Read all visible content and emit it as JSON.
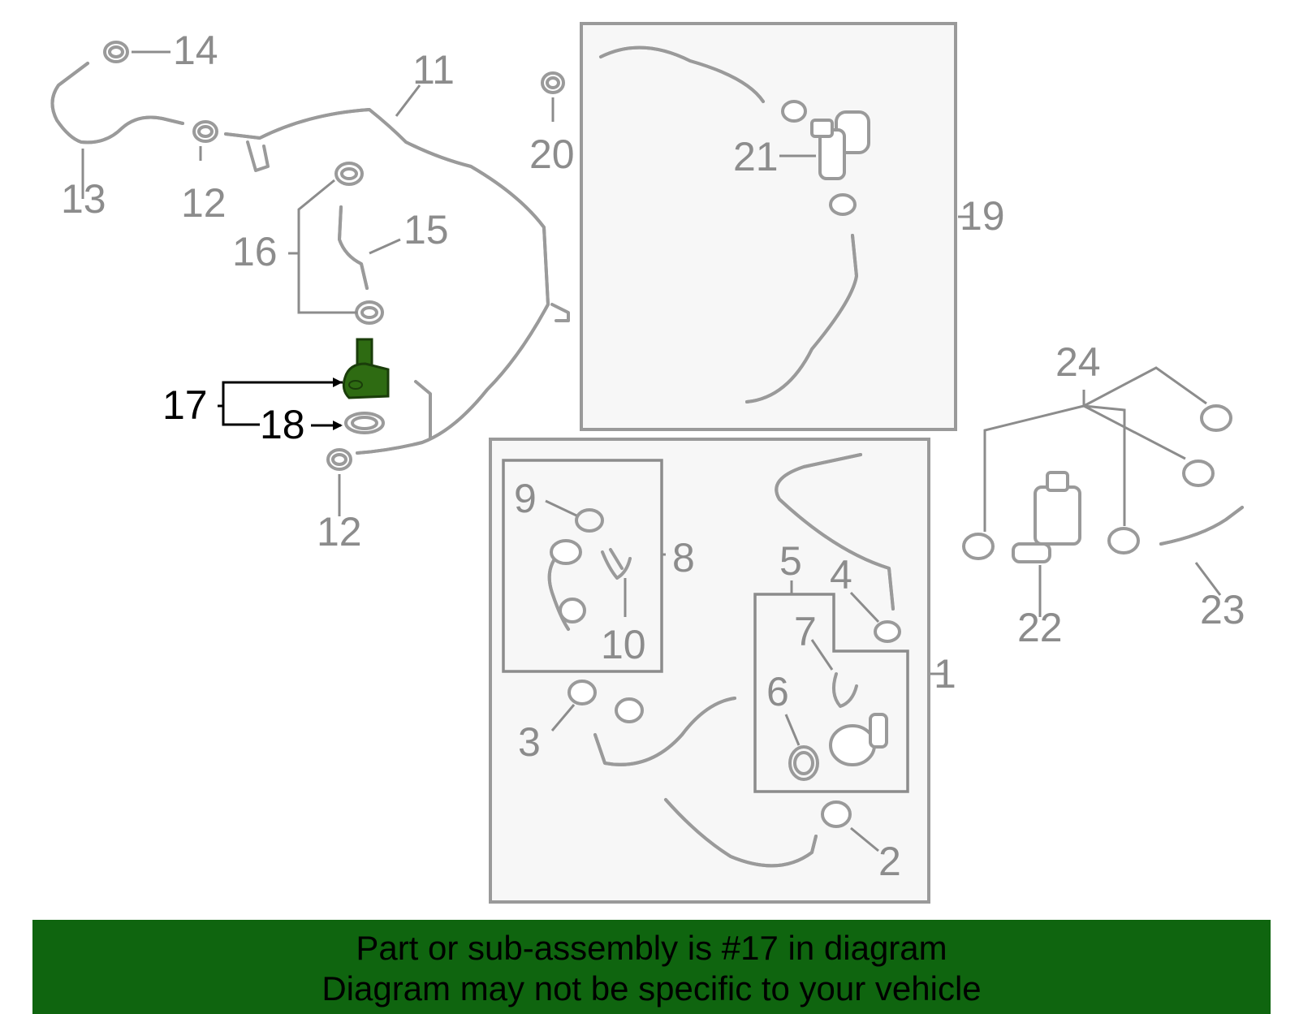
{
  "callouts": [
    {
      "id": "c1",
      "text": "1"
    },
    {
      "id": "c2",
      "text": "2"
    },
    {
      "id": "c3",
      "text": "3"
    },
    {
      "id": "c4",
      "text": "4"
    },
    {
      "id": "c5",
      "text": "5"
    },
    {
      "id": "c6",
      "text": "6"
    },
    {
      "id": "c7",
      "text": "7"
    },
    {
      "id": "c8",
      "text": "8"
    },
    {
      "id": "c9",
      "text": "9"
    },
    {
      "id": "c10",
      "text": "10"
    },
    {
      "id": "c11",
      "text": "11"
    },
    {
      "id": "c12a",
      "text": "12"
    },
    {
      "id": "c12b",
      "text": "12"
    },
    {
      "id": "c13",
      "text": "13"
    },
    {
      "id": "c14",
      "text": "14"
    },
    {
      "id": "c15",
      "text": "15"
    },
    {
      "id": "c16",
      "text": "16"
    },
    {
      "id": "c17",
      "text": "17"
    },
    {
      "id": "c18",
      "text": "18"
    },
    {
      "id": "c19",
      "text": "19"
    },
    {
      "id": "c20",
      "text": "20"
    },
    {
      "id": "c21",
      "text": "21"
    },
    {
      "id": "c22",
      "text": "22"
    },
    {
      "id": "c23",
      "text": "23"
    },
    {
      "id": "c24",
      "text": "24"
    }
  ],
  "highlight": {
    "part": "17",
    "color": "#2e6b12"
  },
  "colors": {
    "banner": "#0f650f",
    "part_stroke": "#9a9a9a",
    "callout": "#8c8c8c"
  },
  "banner": {
    "line1": "Part or sub-assembly is #17 in diagram",
    "line2": "Diagram may not be specific to your vehicle"
  }
}
